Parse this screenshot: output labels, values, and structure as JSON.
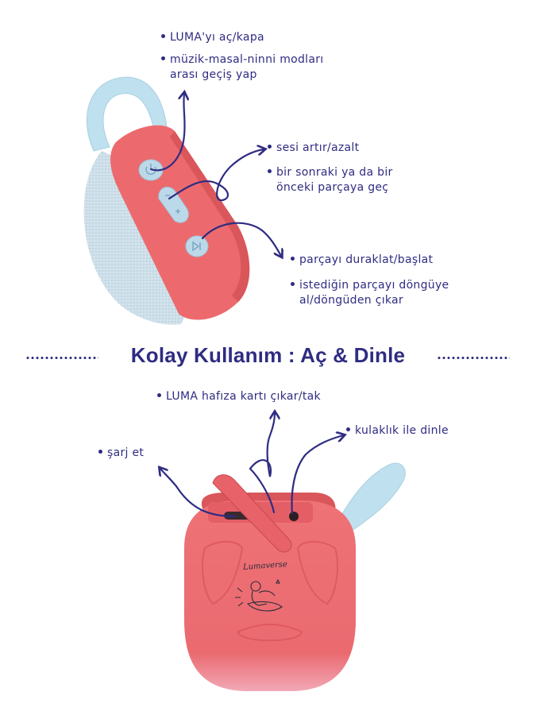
{
  "title": "Kolay Kullanım : Aç & Dinle",
  "brand": "Lumaverse",
  "top_labels": [
    {
      "text": "LUMA'yı aç/kapa"
    },
    {
      "line1": "müzik-masal-ninni modları",
      "line2": "arası geçiş yap"
    },
    {
      "text": "sesi artır/azalt"
    },
    {
      "line1": "bir sonraki ya da bir",
      "line2": "önceki parçaya geç"
    },
    {
      "text": "parçayı duraklat/başlat"
    },
    {
      "line1": "istediğin parçayı döngüye",
      "line2": "al/döngüden çıkar"
    }
  ],
  "bottom_labels": [
    {
      "text": "LUMA hafıza kartı çıkar/tak"
    },
    {
      "text": "kulaklık ile dinle"
    },
    {
      "text": "şarj et"
    }
  ],
  "colors": {
    "accent": "#2f2c82",
    "coral": "#ec6a6e",
    "coral_dark": "#d9565b",
    "strap": "#bfe0ef",
    "fabric": "#cfe0ea"
  },
  "icons": [
    "power-icon",
    "volume-icon",
    "play-pause-icon",
    "usb-c-port-icon",
    "headphone-jack-icon",
    "astronaut-illustration"
  ]
}
